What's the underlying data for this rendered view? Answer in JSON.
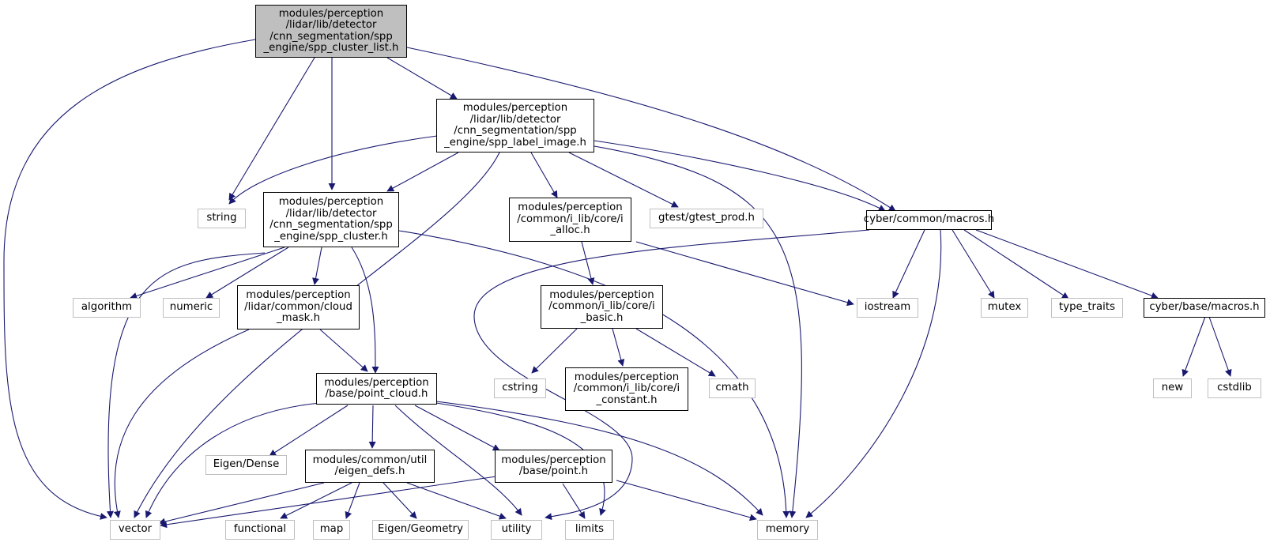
{
  "colors": {
    "edge": "#191970",
    "root_fill": "#bfbfbf",
    "local_border": "#000000",
    "external_border": "#bfbfbf"
  },
  "nodes": {
    "root": "modules/perception\n/lidar/lib/detector\n/cnn_segmentation/spp\n_engine/spp_cluster_list.h",
    "spp_label_image": "modules/perception\n/lidar/lib/detector\n/cnn_segmentation/spp\n_engine/spp_label_image.h",
    "spp_cluster": "modules/perception\n/lidar/lib/detector\n/cnn_segmentation/spp\n_engine/spp_cluster.h",
    "string": "string",
    "i_alloc": "modules/perception\n/common/i_lib/core/i\n_alloc.h",
    "gtest_prod": "gtest/gtest_prod.h",
    "cyber_macros": "cyber/common/macros.h",
    "algorithm": "algorithm",
    "numeric": "numeric",
    "cloud_mask": "modules/perception\n/lidar/common/cloud\n_mask.h",
    "i_basic": "modules/perception\n/common/i_lib/core/i\n_basic.h",
    "iostream": "iostream",
    "mutex": "mutex",
    "type_traits": "type_traits",
    "cyber_base_macros": "cyber/base/macros.h",
    "point_cloud": "modules/perception\n/base/point_cloud.h",
    "cstring": "cstring",
    "i_constant": "modules/perception\n/common/i_lib/core/i\n_constant.h",
    "cmath": "cmath",
    "new": "new",
    "cstdlib": "cstdlib",
    "eigen_dense": "Eigen/Dense",
    "eigen_defs": "modules/common/util\n/eigen_defs.h",
    "point": "modules/perception\n/base/point.h",
    "vector": "vector",
    "functional": "functional",
    "map": "map",
    "eigen_geometry": "Eigen/Geometry",
    "utility": "utility",
    "limits": "limits",
    "memory": "memory"
  }
}
